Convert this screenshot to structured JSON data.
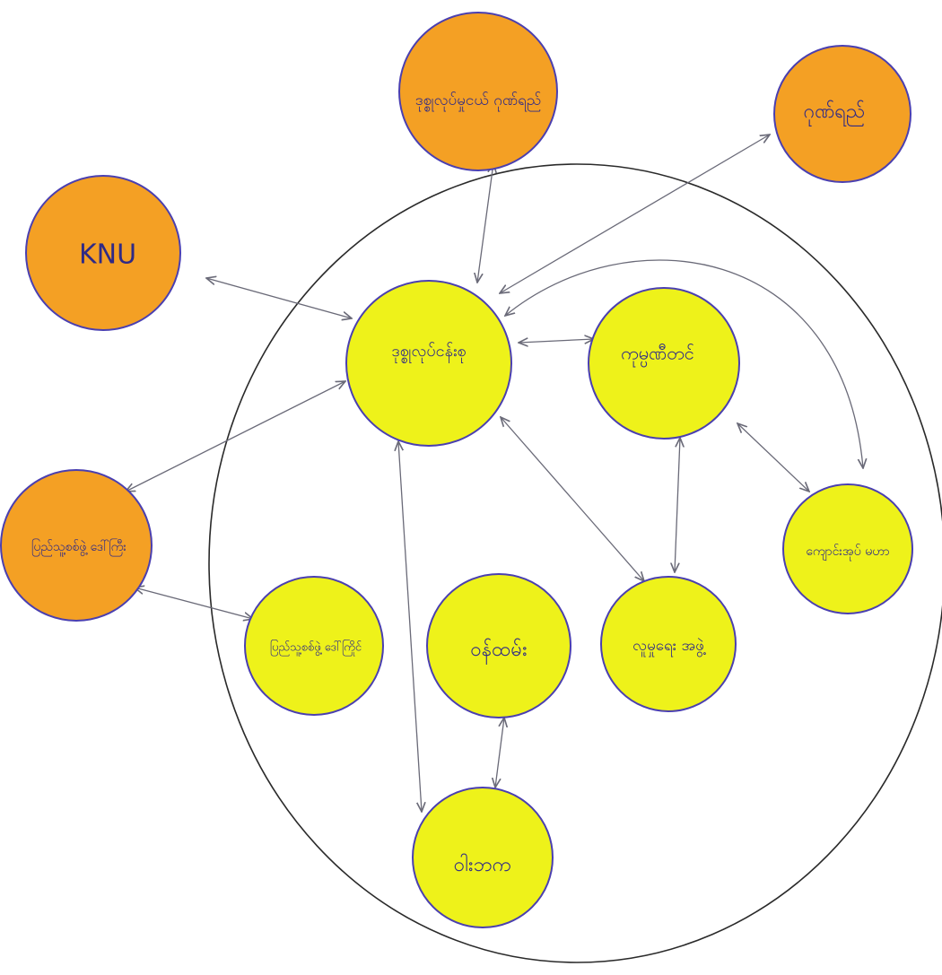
{
  "colors": {
    "external_node": "#f4a024",
    "internal_node": "#eef21a",
    "node_outline": "#4a3fb0",
    "label_ink": "#2f2a86",
    "edge": "#6a6a78",
    "boundary": "#2a2a2a"
  },
  "nodes": {
    "knu": "KNU",
    "top": "ဒုစ္စုလုပ်မှုငယ် ဂုဏ်ရည်",
    "top_right": "ဂုဏ်ရည်",
    "center": "ဒုစ္စုလုပ်ငန်းစု",
    "right_center": "ကုမ္ပဏီတင်",
    "far_right": "ကျောင်းအုပ် မဟာ",
    "left_outer": "ပြည်သူ့စစ်ဖွဲ့ ဒေါ်ကြီး",
    "left_inner": "ပြည်သူ့စစ်ဖွဲ့ ဒေါ်ကြိုင်",
    "mid": "ဝန်ထမ်း",
    "right_lower": "လူမှုရေး အဖွဲ့",
    "bottom": "ဝါးဘက"
  }
}
